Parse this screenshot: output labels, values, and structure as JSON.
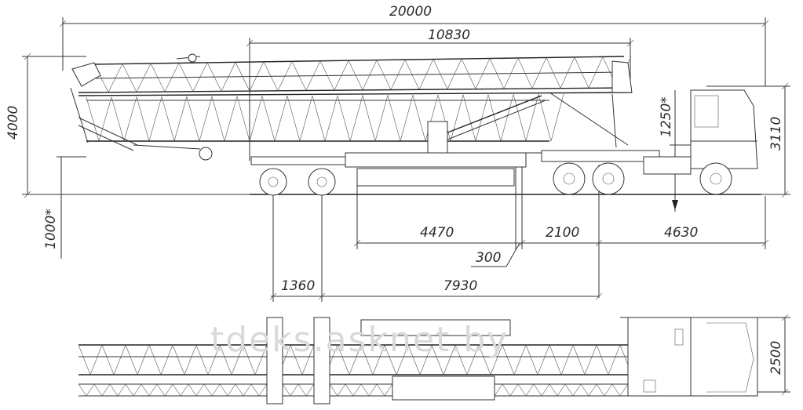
{
  "dimensions": {
    "overall_length": "20000",
    "boom_length": "10830",
    "overall_height": "4000",
    "cab_offset": "1250*",
    "cab_height": "3110",
    "ground_clearance": "1000*",
    "trailer_span": "4470",
    "axle_spacing": "2100",
    "tractor_length": "4630",
    "kingpin_offset": "300",
    "bogie_spacing": "1360",
    "wheelbase_total": "7930",
    "width": "2500"
  },
  "watermark": "tdeks.asknet.by"
}
